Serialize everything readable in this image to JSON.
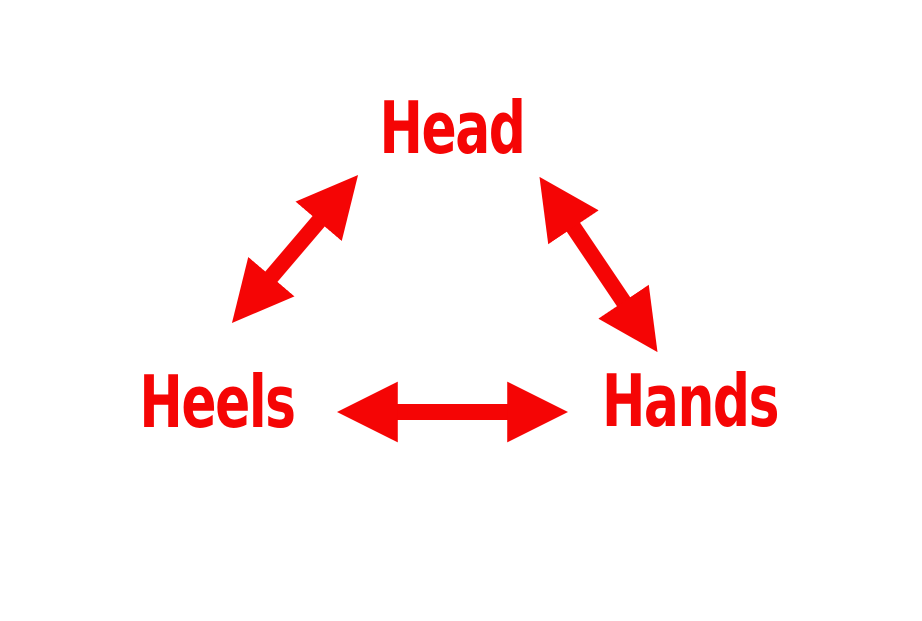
{
  "diagram": {
    "accent_color": "#f50505",
    "background_color": "#ffffff",
    "nodes": [
      {
        "id": "head",
        "label": "Head"
      },
      {
        "id": "heels",
        "label": "Heels"
      },
      {
        "id": "hands",
        "label": "Hands"
      }
    ],
    "edges": [
      {
        "from": "Heels",
        "to": "Head",
        "style": "double-headed-arrow"
      },
      {
        "from": "Head",
        "to": "Hands",
        "style": "double-headed-arrow"
      },
      {
        "from": "Heels",
        "to": "Hands",
        "style": "double-headed-arrow"
      }
    ]
  }
}
